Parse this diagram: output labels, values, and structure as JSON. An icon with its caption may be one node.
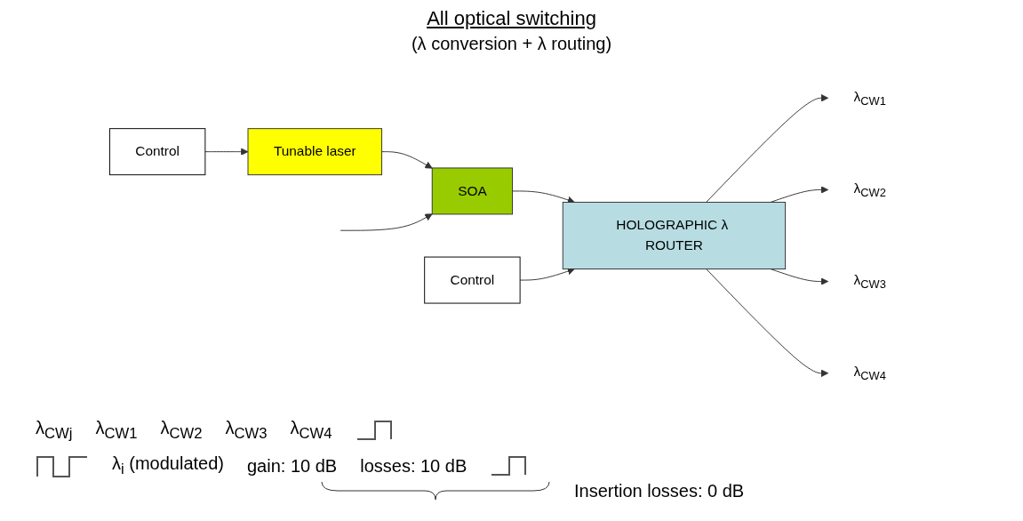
{
  "diagram": {
    "title": "All optical switching",
    "nodes": [
      {
        "text": [
          "Control"
        ]
      },
      {
        "text": [
          "Tunable laser"
        ]
      },
      {
        "text": [
          "SOA"
        ]
      },
      {
        "text": [
          "Control"
        ]
      },
      {
        "text": [
          "HOLOGRAPHIC λ ROUTER"
        ]
      },
      {
        "text": [
          "λ$_{CW1}$"
        ]
      },
      {
        "text": [
          "λ$_{CW2}$"
        ]
      },
      {
        "text": [
          "λ$_{CW3}$"
        ]
      },
      {
        "text": [
          "λ$_{CW4}$"
        ]
      }
    ],
    "edges": [
      {
        "from": 0,
        "to": 1,
        "arrow": "to"
      },
      {
        "from": 1,
        "to": 2,
        "arrow": "to"
      },
      {
        "from": null,
        "to": 2,
        "arrow": "to"
      },
      {
        "from": 2,
        "to": 4,
        "arrow": "to"
      },
      {
        "from": 3,
        "to": 4,
        "arrow": "to"
      },
      {
        "from": 4,
        "to": 5,
        "arrow": "to"
      },
      {
        "from": 4,
        "to": 6,
        "arrow": "to"
      },
      {
        "from": 4,
        "to": 7,
        "arrow": "to"
      },
      {
        "from": 4,
        "to": 8,
        "arrow": "to"
      }
    ],
    "labels": [
      "(λ conversion + λ routing)",
      "λ$_{CWj}$",
      "λ$_{CW1}$",
      "λ$_{CW2}$",
      "λ$_{CW3}$",
      "λ$_{CW4}$",
      "λ$_{i}$ (modulated)",
      "gain: 10 dB",
      "losses: 10 dB",
      "Insertion losses: 0 dB"
    ]
  }
}
